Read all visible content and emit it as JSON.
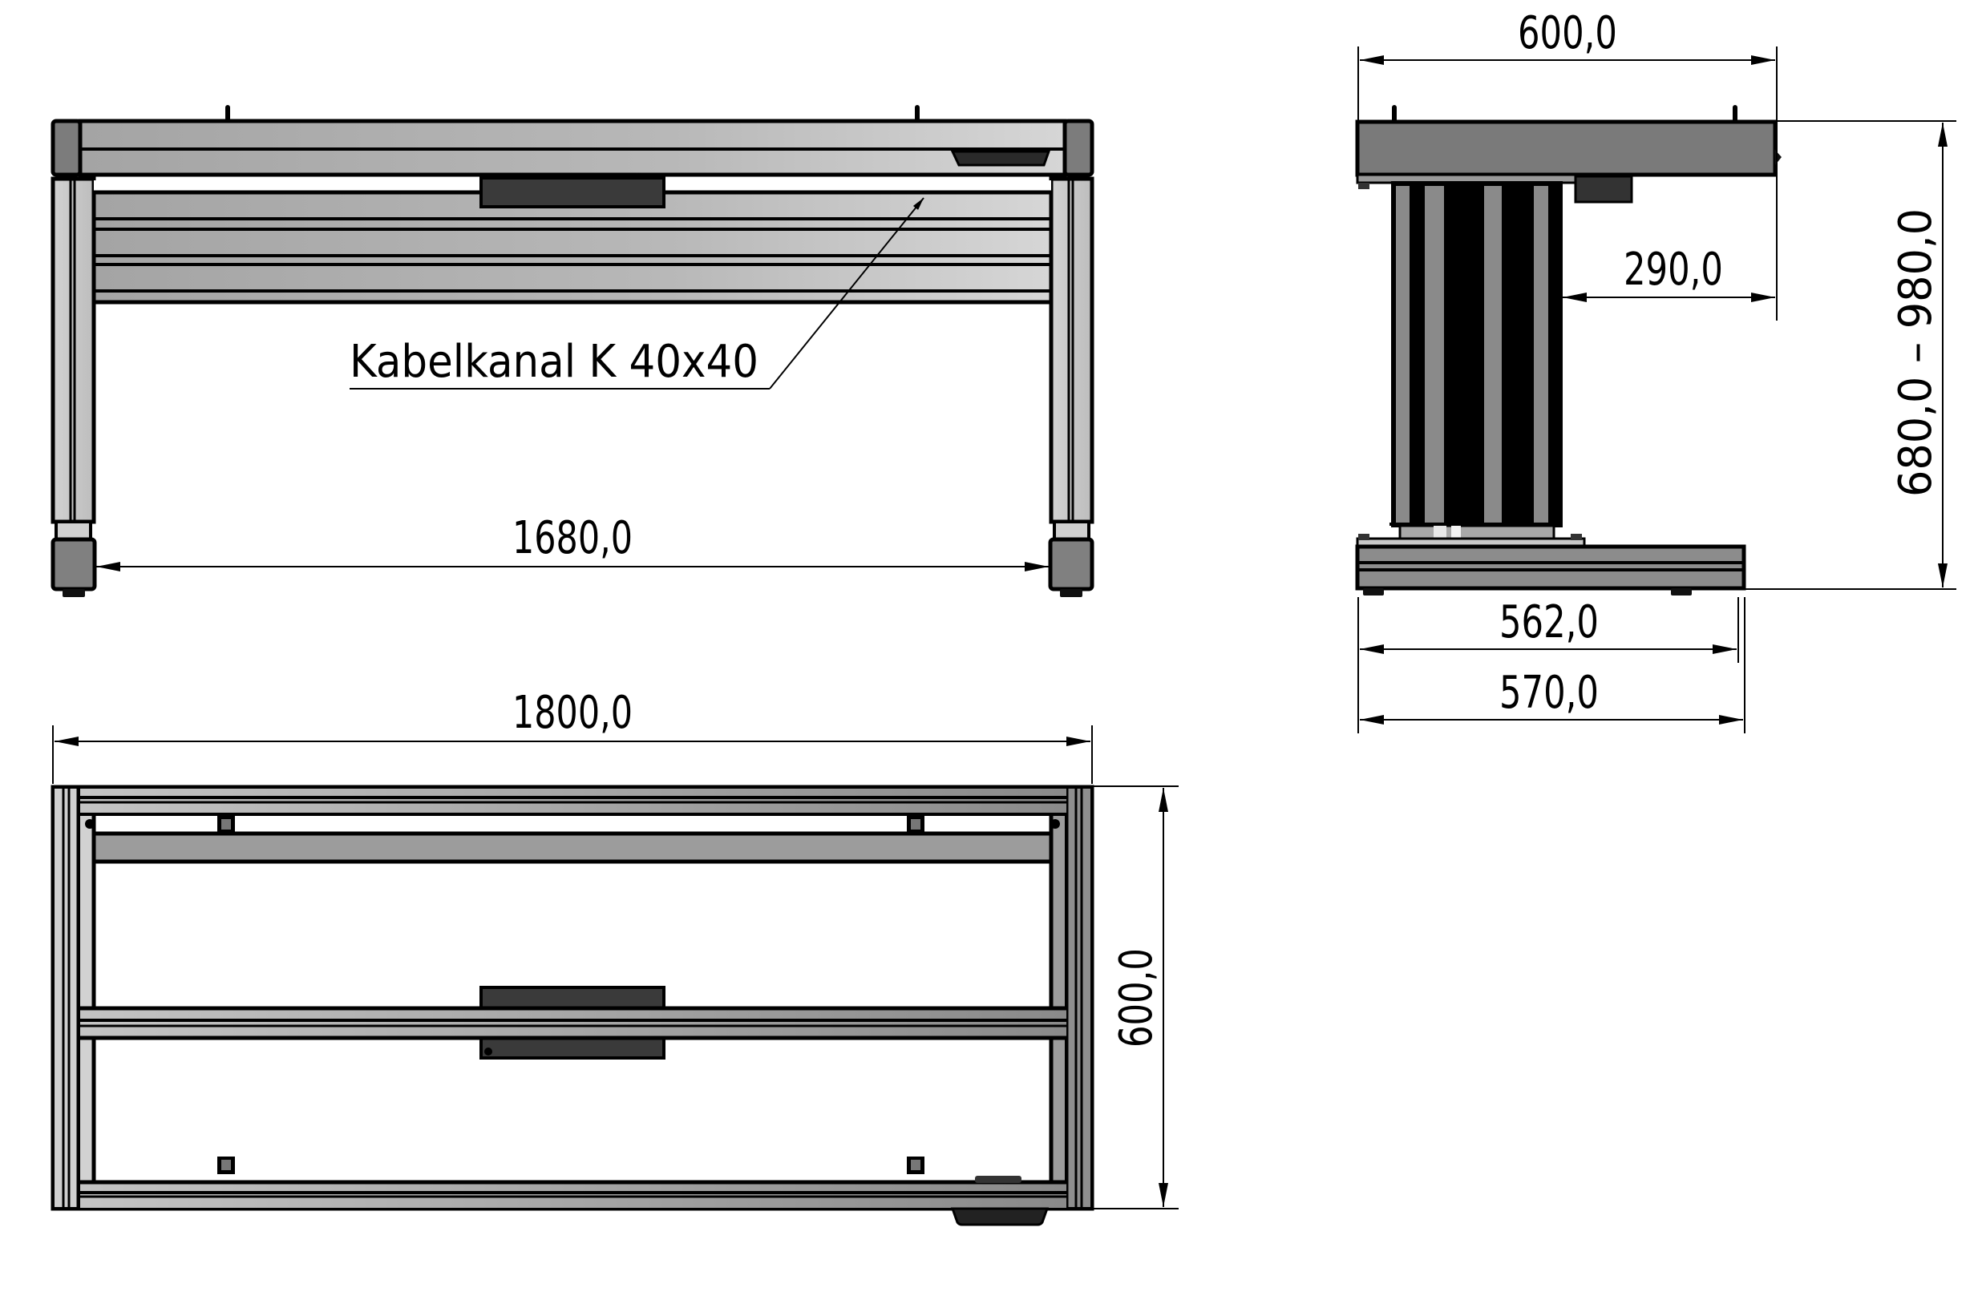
{
  "drawing": {
    "type": "technical-drawing",
    "views": [
      "front-view",
      "side-view",
      "top-view"
    ]
  },
  "front_view": {
    "annotation": "Kabelkanal K 40x40",
    "dimensions": {
      "leg_span": "1680,0"
    }
  },
  "side_view": {
    "dimensions": {
      "top_depth": "600,0",
      "column_offset": "290,0",
      "height_range": "680,0 – 980,0",
      "foot_inner": "562,0",
      "foot_outer": "570,0"
    }
  },
  "top_view": {
    "dimensions": {
      "width": "1800,0",
      "depth": "600,0"
    }
  },
  "colors": {
    "outline": "#000000",
    "aluminium_light": "#c8c8c8",
    "aluminium_mid": "#a6a6a6",
    "steel_dark": "#7a7a7a",
    "motor_box": "#3a3a3a",
    "background": "#ffffff"
  }
}
